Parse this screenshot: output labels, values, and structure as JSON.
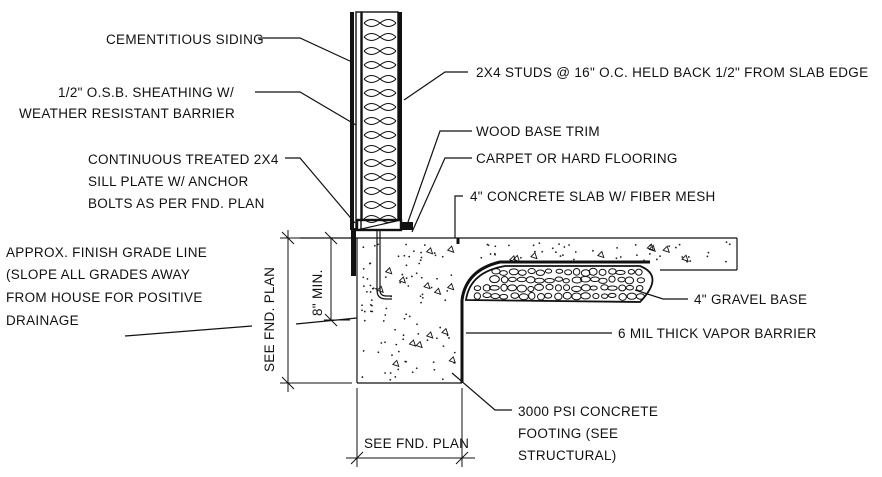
{
  "labels": {
    "cementitious_siding": "CEMENTITIOUS SIDING",
    "osb_line1": "1/2\" O.S.B. SHEATHING W/",
    "osb_line2": "WEATHER RESISTANT BARRIER",
    "studs": "2X4 STUDS @ 16\" O.C. HELD BACK 1/2\" FROM SLAB EDGE",
    "wood_base_trim": "WOOD BASE TRIM",
    "flooring": "CARPET OR HARD FLOORING",
    "sill_line1": "CONTINUOUS TREATED 2X4",
    "sill_line2": "SILL PLATE W/ ANCHOR",
    "sill_line3": "BOLTS AS PER FND. PLAN",
    "slab": "4\" CONCRETE SLAB W/ FIBER MESH",
    "grade_line1": "APPROX. FINISH GRADE LINE",
    "grade_line2": "(SLOPE ALL GRADES AWAY",
    "grade_line3": "FROM HOUSE FOR POSITIVE",
    "grade_line4": "DRAINAGE",
    "gravel": "4\" GRAVEL BASE",
    "vapor": "6 MIL THICK VAPOR BARRIER",
    "footing_line1": "3000 PSI CONCRETE",
    "footing_line2": "FOOTING (SEE",
    "footing_line3": "STRUCTURAL)",
    "dim_fnd_vertical": "SEE FND. PLAN",
    "dim_8in": "8\" MIN.",
    "dim_fnd_horizontal": "SEE FND. PLAN"
  }
}
